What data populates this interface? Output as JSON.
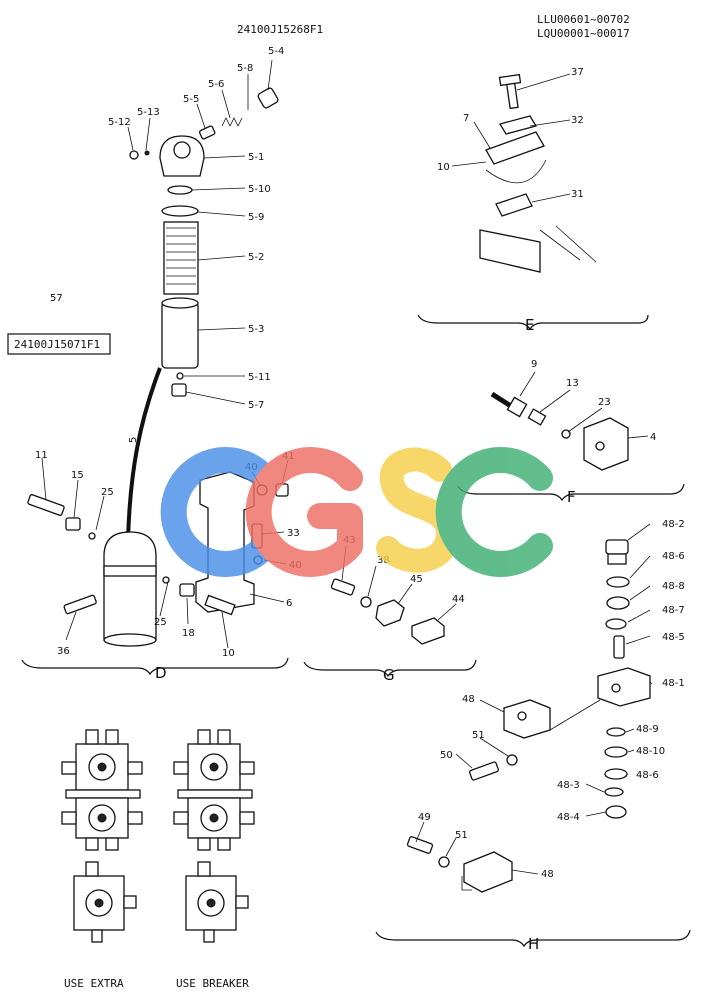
{
  "header": {
    "part_no_top": "24100J15268F1",
    "serial_1": "LLU00601~00702",
    "serial_2": "LQU00001~00017"
  },
  "boxed_label": {
    "ref": "57",
    "text": "24100J15071F1"
  },
  "sections": {
    "D": "D",
    "E": "E",
    "F": "F",
    "G": "G",
    "H": "H"
  },
  "callouts": {
    "c5_4": "5-4",
    "c5_8": "5-8",
    "c5_6": "5-6",
    "c5_5": "5-5",
    "c5_13": "5-13",
    "c5_12": "5-12",
    "c5_1": "5-1",
    "c5_10": "5-10",
    "c5_9": "5-9",
    "c5_2": "5-2",
    "c5_3": "5-3",
    "c5_11": "5-11",
    "c5_7": "5-7",
    "c5": "5",
    "c37": "37",
    "c32": "32",
    "c7": "7",
    "c10e": "10",
    "c31": "31",
    "c9": "9",
    "c13": "13",
    "c23": "23",
    "c4": "4",
    "c11": "11",
    "c15": "15",
    "c25a": "25",
    "c25b": "25",
    "c36": "36",
    "c18": "18",
    "c40a": "40",
    "c41": "41",
    "c33": "33",
    "c40b": "40",
    "c6": "6",
    "c10d": "10",
    "c43": "43",
    "c38": "38",
    "c45": "45",
    "c44": "44",
    "c48_2": "48-2",
    "c48_6a": "48-6",
    "c48_8": "48-8",
    "c48_7": "48-7",
    "c48_5": "48-5",
    "c48_1": "48-1",
    "c48a": "48",
    "c51a": "51",
    "c50": "50",
    "c48_9": "48-9",
    "c48_10": "48-10",
    "c48_3": "48-3",
    "c48_6b": "48-6",
    "c48_4": "48-4",
    "c49": "49",
    "c51b": "51",
    "c48b": "48"
  },
  "captions": {
    "use_extra": "USE EXTRA",
    "use_breaker": "USE BREAKER"
  },
  "watermark": {
    "text": "GGSC",
    "colors": [
      "#4a8fe8",
      "#ef6f63",
      "#f6cf4a",
      "#3fae74"
    ]
  }
}
